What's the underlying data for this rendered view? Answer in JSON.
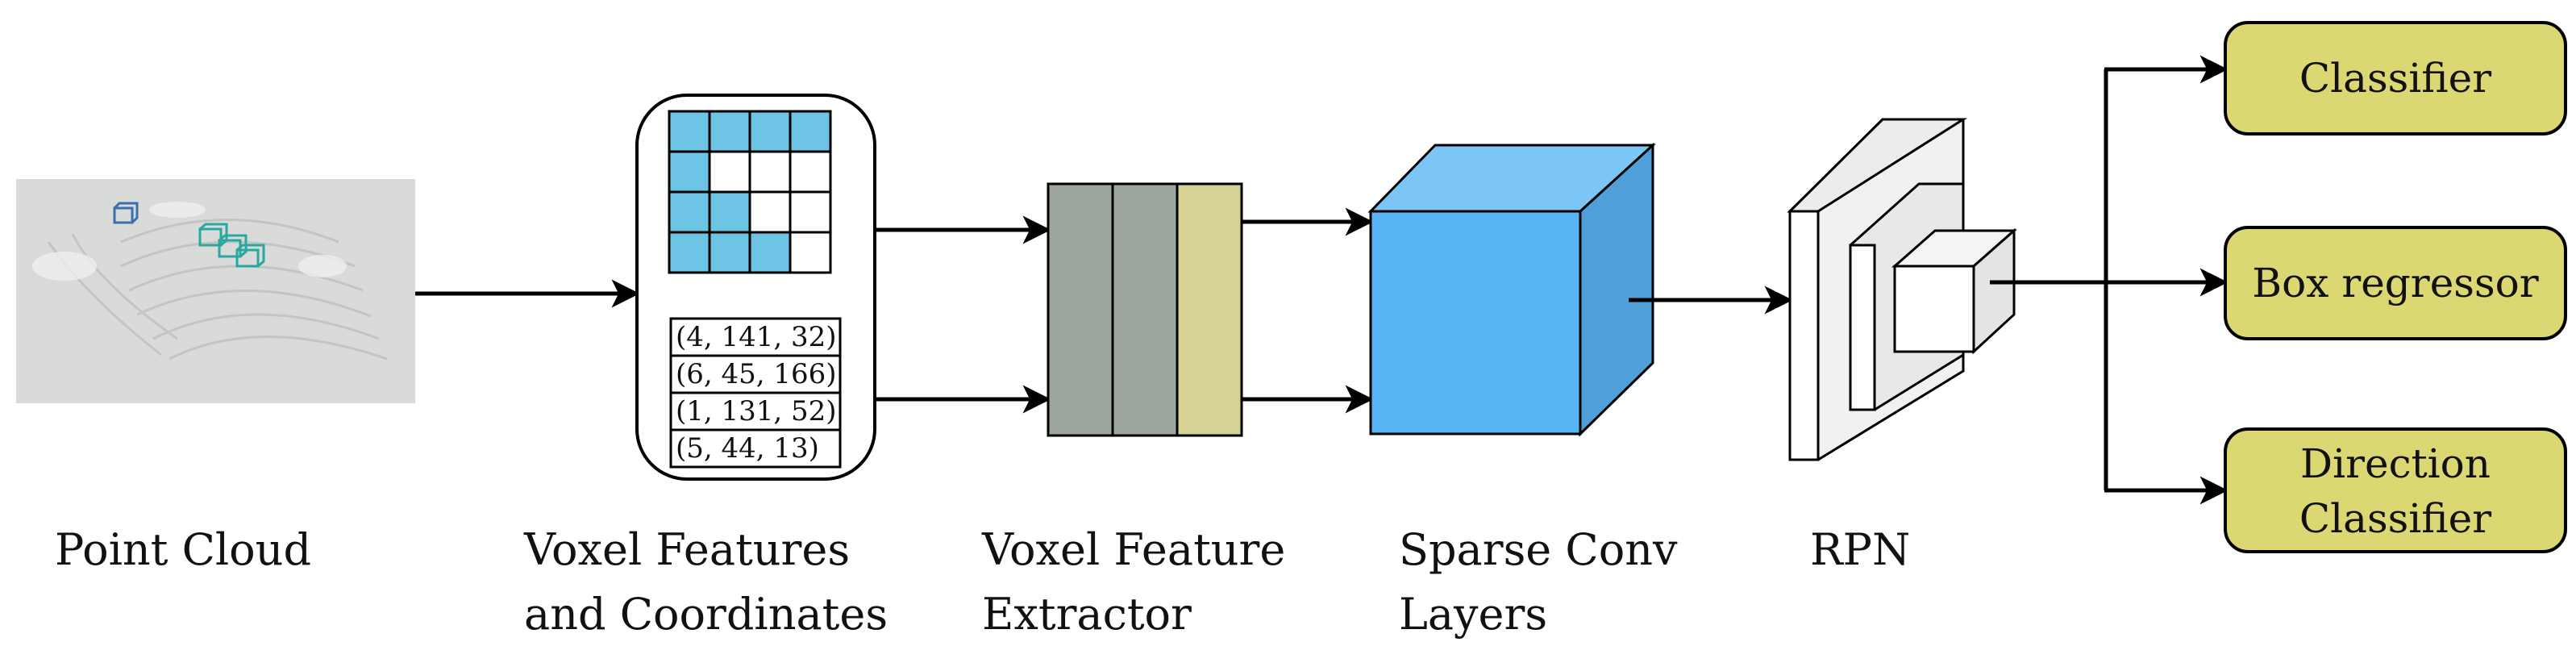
{
  "stages": {
    "point_cloud": "Point Cloud",
    "voxel_features": [
      "Voxel Features",
      "and Coordinates"
    ],
    "voxel_feature_extractor": [
      "Voxel Feature",
      "Extractor"
    ],
    "sparse_conv": [
      "Sparse Conv",
      "Layers"
    ],
    "rpn": "RPN"
  },
  "coordinates": [
    "(4, 141, 32)",
    "(6, 45, 166)",
    "(1, 131, 52)",
    "(5, 44, 13)"
  ],
  "voxel_grid": {
    "rows": 4,
    "cols": 4,
    "filled": [
      [
        1,
        1,
        1,
        1
      ],
      [
        1,
        0,
        0,
        0
      ],
      [
        1,
        1,
        0,
        0
      ],
      [
        1,
        1,
        1,
        0
      ]
    ]
  },
  "heads": {
    "classifier": "Classifier",
    "box_regressor": "Box regressor",
    "direction_classifier": [
      "Direction",
      "Classifier"
    ]
  },
  "colors": {
    "voxel_fill": "#6ec4e4",
    "extractor_gray": "#9ea79e",
    "extractor_yellow": "#d6d293",
    "cube_front": "#58b4f2",
    "cube_top": "#7cc6f6",
    "cube_side": "#4f9fd8",
    "head_fill": "#dbd772",
    "point_cloud_bg": "#d9dbd9",
    "arrow": "#000000"
  }
}
